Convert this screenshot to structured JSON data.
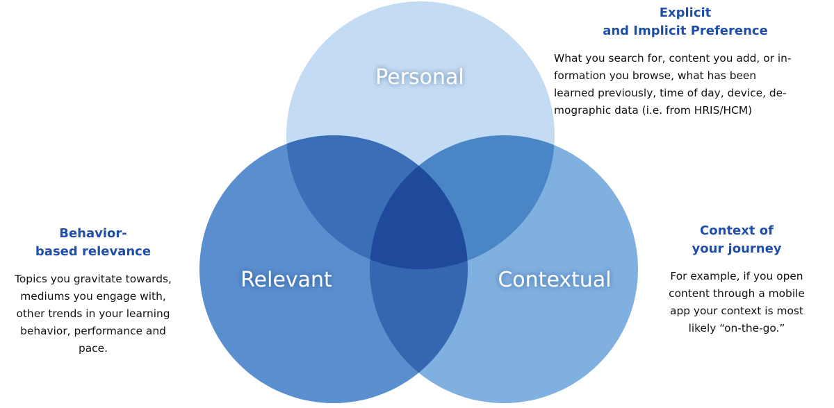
{
  "diagram": {
    "personal_label": "Personal",
    "relevant_label": "Relevant",
    "contextual_label": "Contextual"
  },
  "notes": {
    "personal": {
      "heading_line1": "Explicit",
      "heading_line2": "and Implicit Preference",
      "body_lines": [
        "What you search for, content you add, or in-",
        "formation you browse, what has been",
        "learned previously, time of day, device, de-",
        "mographic data (i.e. from HRIS/HCM)"
      ]
    },
    "relevant": {
      "heading_line1": "Behavior-",
      "heading_line2": "based relevance",
      "body_lines": [
        "Topics you gravitate towards,",
        "mediums you engage with,",
        "other trends in your learning",
        "behavior, performance and",
        "pace."
      ]
    },
    "contextual": {
      "heading_line1": "Context of",
      "heading_line2": "your journey",
      "body_lines": [
        "For example, if you open",
        "content through a mobile",
        "app your context is most",
        "likely “on-the-go.”"
      ]
    }
  },
  "colors": {
    "personal_circle": "#c4dcf3",
    "relevant_circle": "#5a8fcf",
    "contextual_circle": "#7fb0e0",
    "personal_relevant_overlap": "#3a6fb8",
    "personal_contextual_overlap": "#4a85c5",
    "relevant_contextual_overlap": "#3567b0",
    "center_overlap": "#1f4a9c",
    "heading_text": "#1f4fa8"
  }
}
